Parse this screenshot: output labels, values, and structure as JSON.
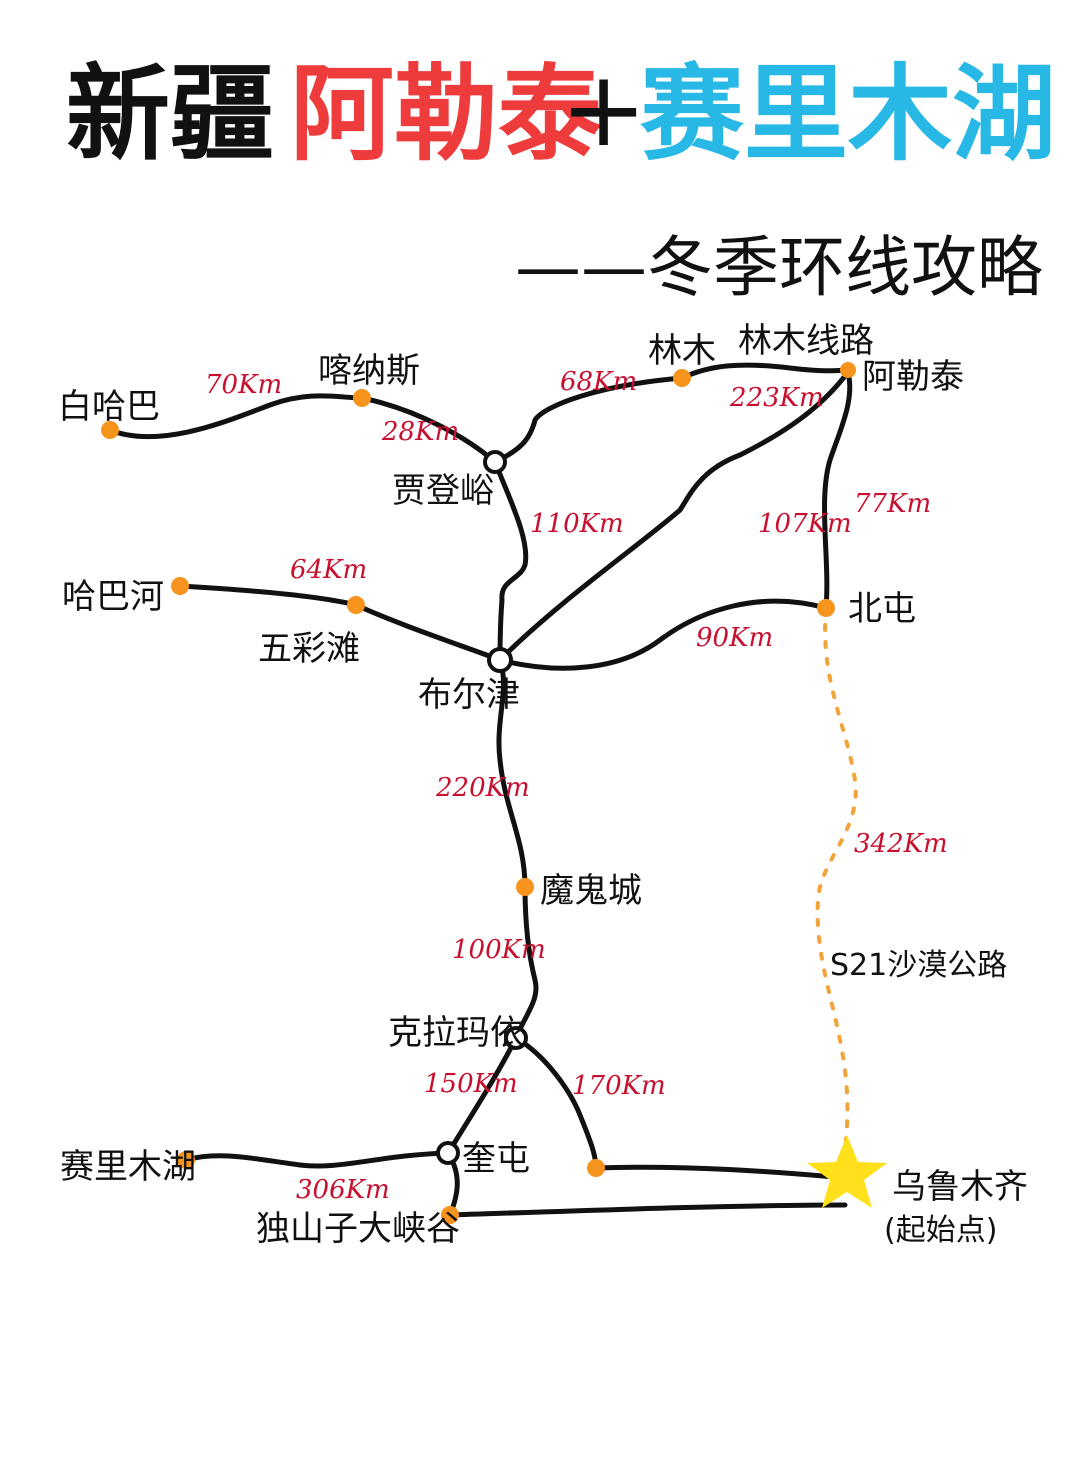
{
  "title": {
    "part1": "新疆",
    "part2": "阿勒泰",
    "plus": "+",
    "part3": "赛里木湖",
    "subtitle": "——冬季环线攻略",
    "colors": {
      "part1": "#111111",
      "part2": "#ee3b3b",
      "part3": "#27b8e6"
    }
  },
  "places": {
    "baihaba": "白哈巴",
    "kanas": "喀纳斯",
    "jiadengyu": "贾登峪",
    "linmu": "林木",
    "linmu_road": "林木线路",
    "altay": "阿勒泰",
    "habahe": "哈巴河",
    "wucaitan": "五彩滩",
    "burqin": "布尔津",
    "beitun": "北屯",
    "moguicheng": "魔鬼城",
    "karamay": "克拉玛依",
    "kuitun": "奎屯",
    "sayram": "赛里木湖",
    "dushanzi": "独山子大峡谷",
    "urumqi": "乌鲁木齐",
    "start_note": "(起始点)",
    "desert_road": "S21沙漠公路"
  },
  "distances": {
    "baihaba_kanas": "70Km",
    "kanas_jiadengyu": "28Km",
    "jiadengyu_linmu": "68Km",
    "linmu_altay": "223Km",
    "jiadengyu_burqin": "110Km",
    "habahe_wucaitan": "64Km",
    "altay_burqin": "107Km",
    "altay_beitun": "77Km",
    "burqin_beitun": "90Km",
    "burqin_moguicheng": "220Km",
    "moguicheng_karamay": "100Km",
    "karamay_kuitun": "150Km",
    "karamay_urumqi": "170Km",
    "kuitun_sayram": "306Km",
    "beitun_urumqi": "342Km"
  },
  "colors": {
    "route": "#111111",
    "dashed_route": "#f2a33a",
    "point": "#f7941d",
    "distance_text": "#c8102e",
    "start_star": "#ffe01b"
  },
  "icons": {
    "point": "orange-dot-icon",
    "junction": "junction-circle-icon",
    "start": "star-icon"
  }
}
